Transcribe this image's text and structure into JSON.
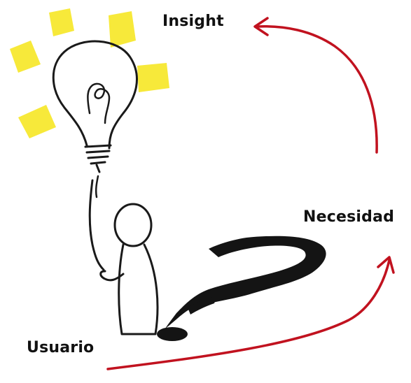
{
  "labels": {
    "insight": "Insight",
    "necesidad": "Necesidad",
    "usuario": "Usuario"
  },
  "colors": {
    "arrow": "#c1121f",
    "ink": "#1a1a1a",
    "sticky_note": "#f7e93a",
    "path": "#141414"
  },
  "icons": {
    "bulb": "light-bulb-icon",
    "person": "person-figure",
    "path": "question-mark-path"
  }
}
